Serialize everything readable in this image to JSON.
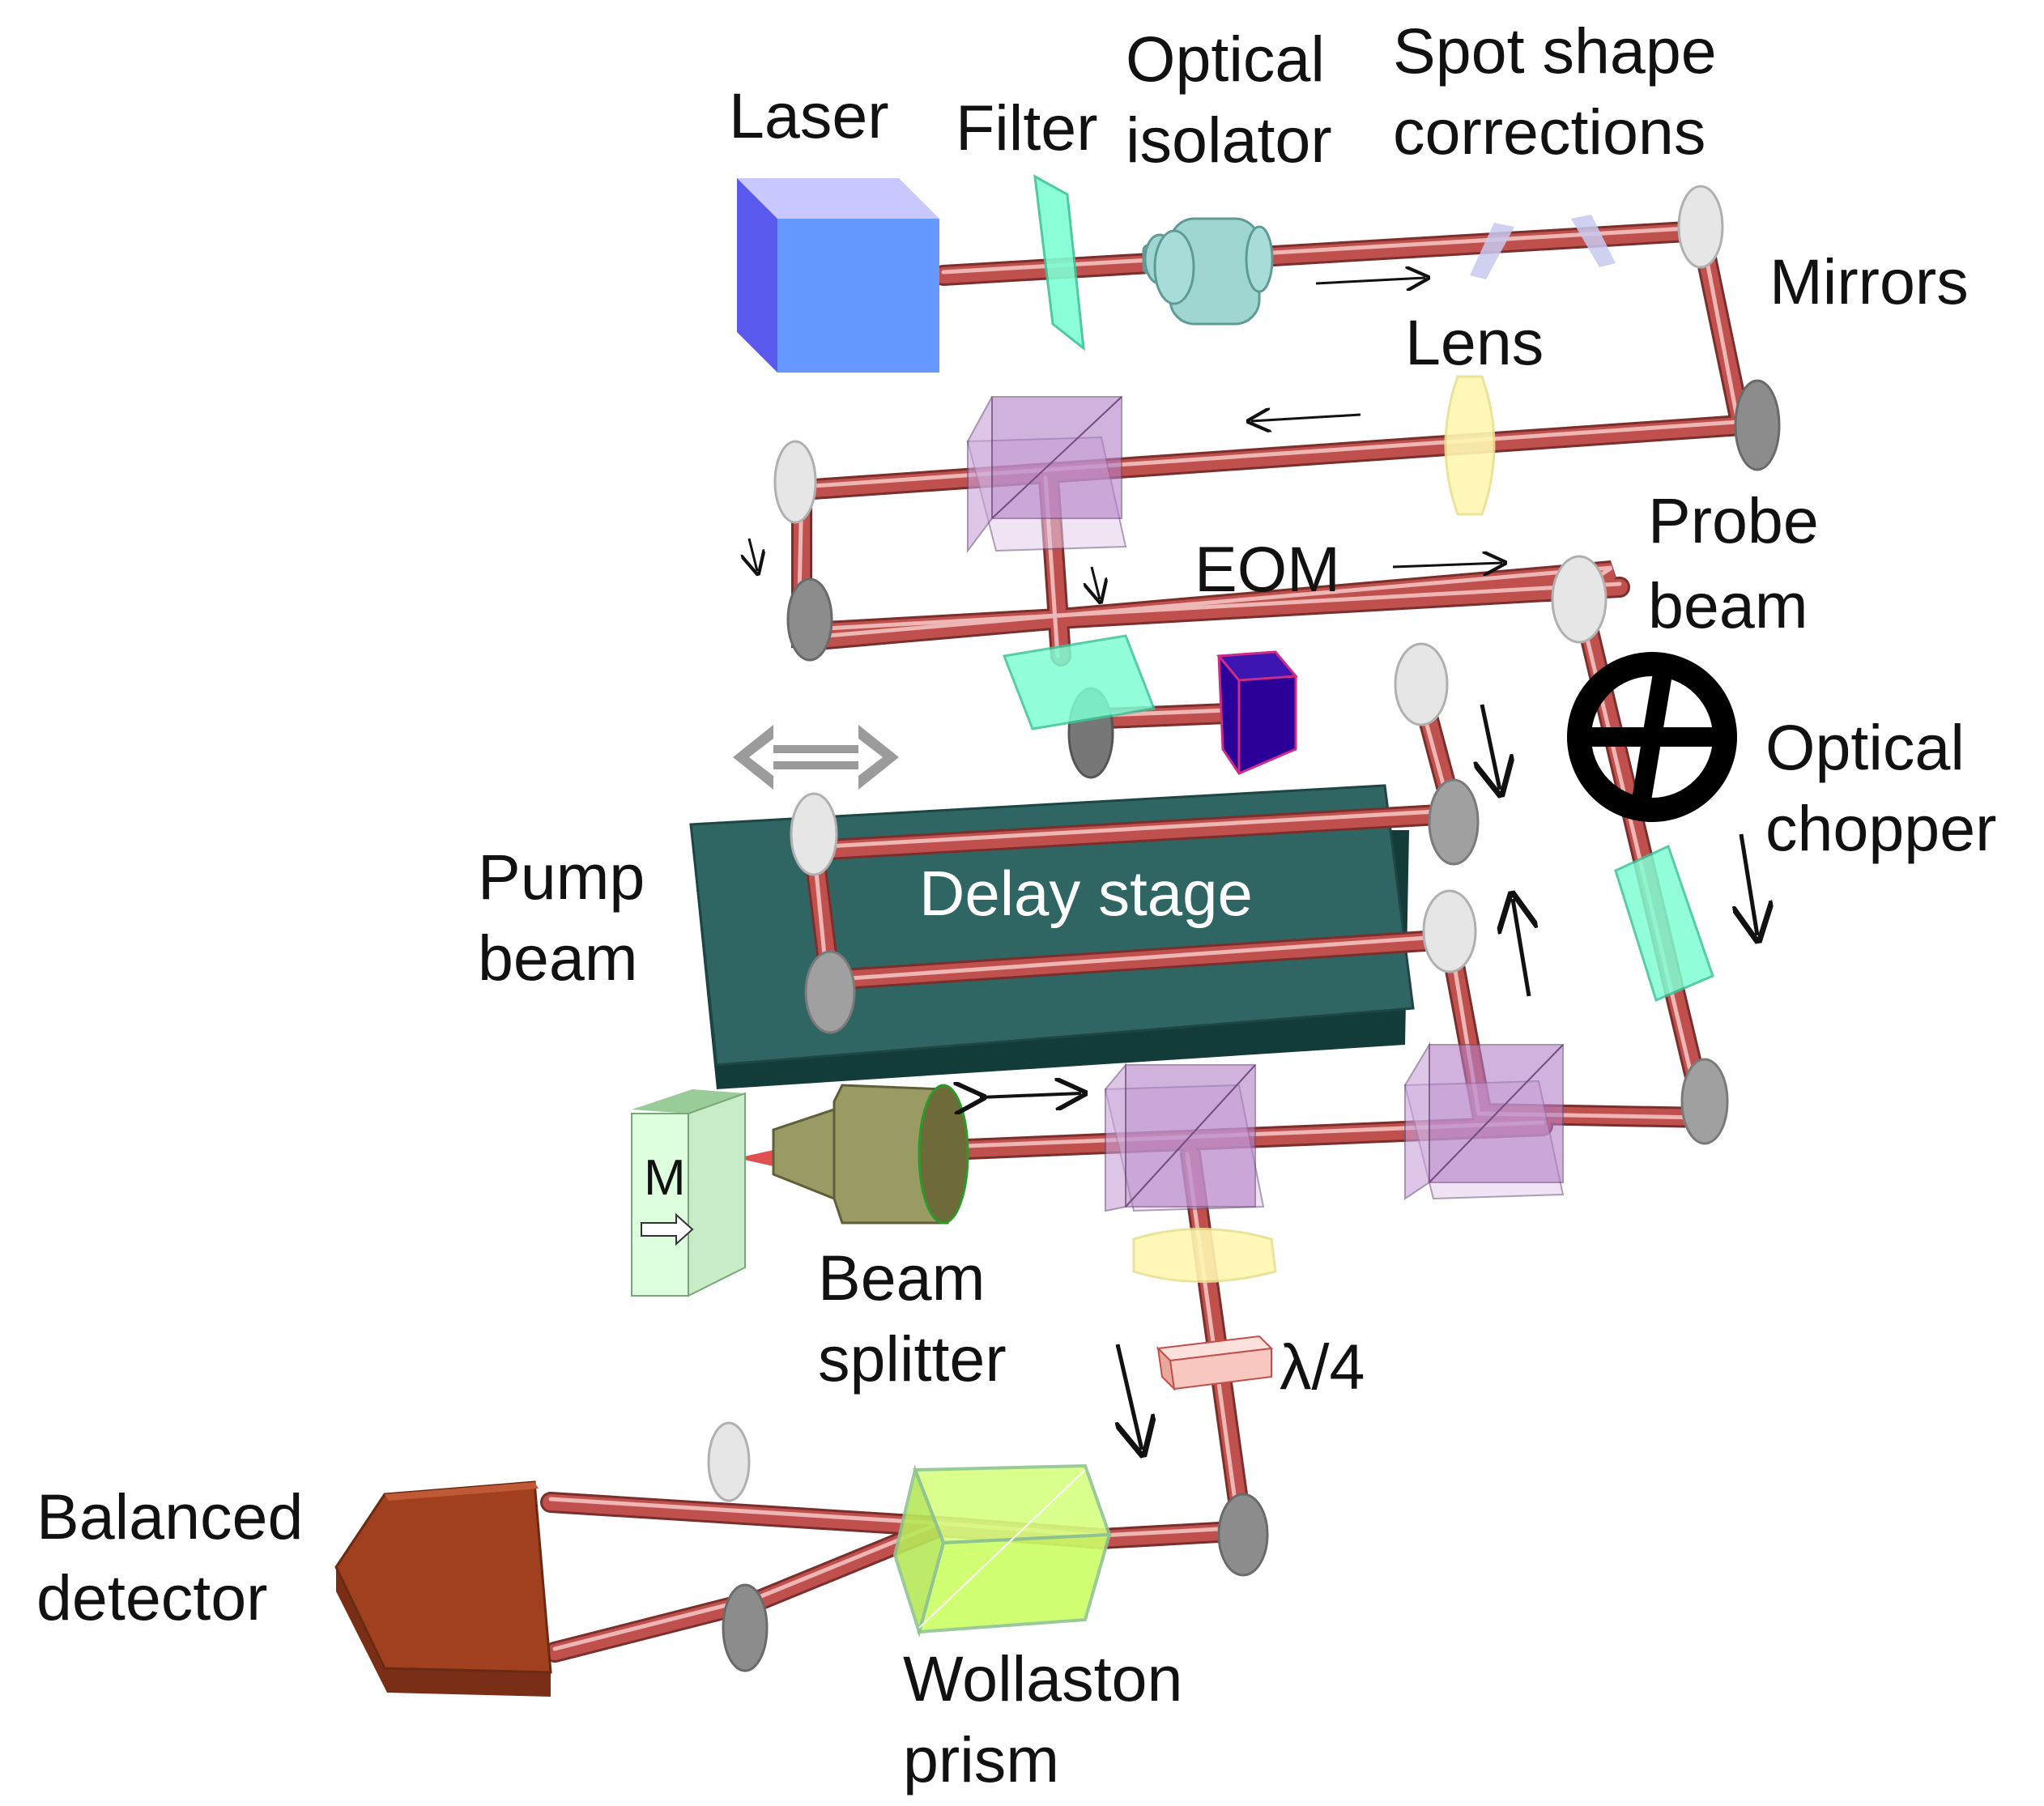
{
  "labels": {
    "laser": "Laser",
    "filter": "Filter",
    "optical_isolator_1": "Optical",
    "optical_isolator_2": "isolator",
    "spot_shape_1": "Spot shape",
    "spot_shape_2": "corrections",
    "mirrors": "Mirrors",
    "lens": "Lens",
    "eom": "EOM",
    "probe_beam_1": "Probe",
    "probe_beam_2": "beam",
    "optical_chopper_1": "Optical",
    "optical_chopper_2": "chopper",
    "pump_beam_1": "Pump",
    "pump_beam_2": "beam",
    "delay_stage": "Delay stage",
    "magnet": "M",
    "beam_splitter_1": "Beam",
    "beam_splitter_2": "splitter",
    "quarter_wave": "λ/4",
    "balanced_detector_1": "Balanced",
    "balanced_detector_2": "detector",
    "wollaston_1": "Wollaston",
    "wollaston_2": "prism"
  },
  "colors": {
    "beam": "#c0504d",
    "beam_highlight": "#f2b8b6",
    "laser_front": "#6699ff",
    "laser_side": "#5a5aee",
    "laser_top": "#c8c8ff",
    "filter": "#7fffd4",
    "isolator": "#9fd6d2",
    "delay_stage_top": "#2f6664",
    "delay_stage_side": "#133b39",
    "splitter_cube": "#b37fc8",
    "eom": "#2a0099",
    "wollaston": "#ccff66",
    "detector": "#a0401f",
    "objective": "#9a9a64",
    "magnet_box": "#ddffdd",
    "lens": "#fff7b0",
    "quarter_wave_plate": "#f8c8c0",
    "mirror_gray": "#8c8c8c",
    "mirror_light": "#e6e6e6"
  }
}
